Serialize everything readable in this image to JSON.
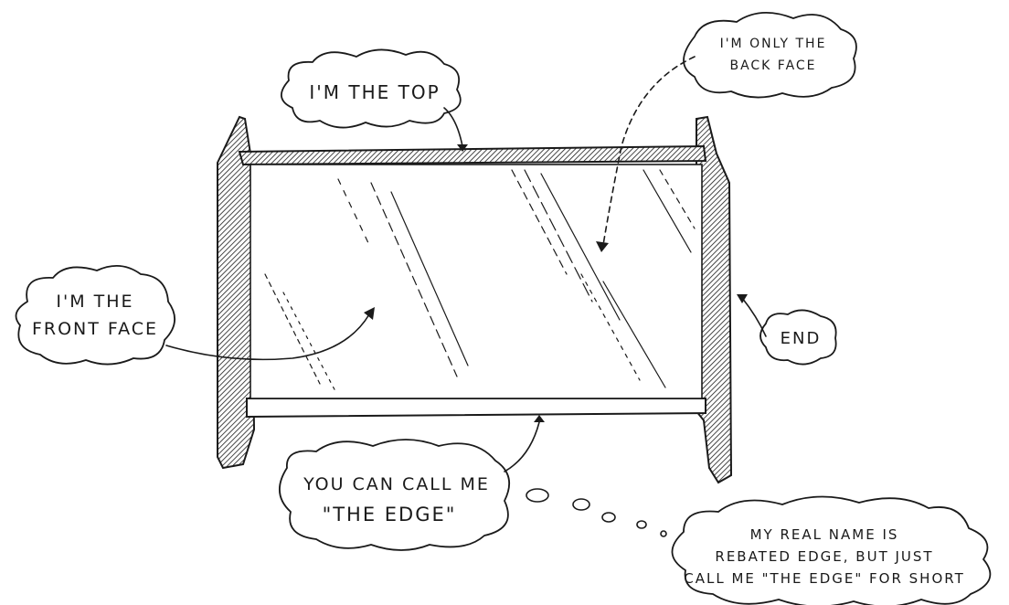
{
  "labels": {
    "top": "I'M THE TOP",
    "back_face_1": "I'M ONLY THE",
    "back_face_2": "BACK FACE",
    "front_face_1": "I'M THE",
    "front_face_2": "FRONT FACE",
    "end": "END",
    "edge_1": "YOU CAN CALL ME",
    "edge_2": "\"THE EDGE\"",
    "real_name_1": "MY REAL NAME IS",
    "real_name_2": "REBATED EDGE, BUT JUST",
    "real_name_3": "CALL ME \"THE EDGE\" FOR SHORT"
  },
  "colors": {
    "ink": "#1a1a1a",
    "paper": "#ffffff"
  }
}
